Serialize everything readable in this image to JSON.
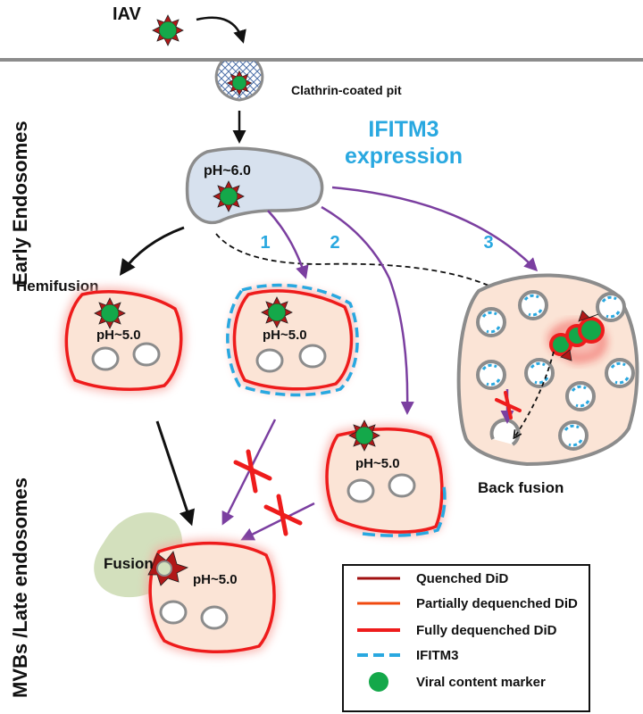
{
  "labels": {
    "iav": "IAV",
    "clathrin_pit": "Clathrin-coated pit",
    "ifitm3_line1": "IFITM3",
    "ifitm3_line2": "expression",
    "early_endosomes": "Early Endosomes",
    "late_endosomes": "MVBs /Late endosomes",
    "hemifusion": "Hemifusion",
    "fusion": "Fusion",
    "back_fusion": "Back fusion",
    "ph_early": "pH~6.0",
    "ph_late": "pH~5.0",
    "path_1": "1",
    "path_2": "2",
    "path_3": "3"
  },
  "legend": [
    {
      "label": "Quenched DiD",
      "color": "#a01010"
    },
    {
      "label": "Partially dequenched DiD",
      "color": "#f04a10"
    },
    {
      "label": "Fully dequenched DiD",
      "color": "#ee1c1c"
    },
    {
      "label": "IFITM3",
      "color": "#29a8e0"
    },
    {
      "label": "Viral content marker",
      "color": "#14a84a"
    }
  ],
  "colors": {
    "membrane": "#8c8c8c",
    "early_endosome_fill": "#d7e1ee",
    "late_endosome_fill": "#fbe4d6",
    "dequenched_red": "#ee1c1c",
    "ifitm3_blue": "#29a8e0",
    "pathway_purple": "#7b3fa0",
    "block_red": "#ee1c1c",
    "viral_green": "#14a84a",
    "fusion_blob": "#d3e0bd"
  }
}
